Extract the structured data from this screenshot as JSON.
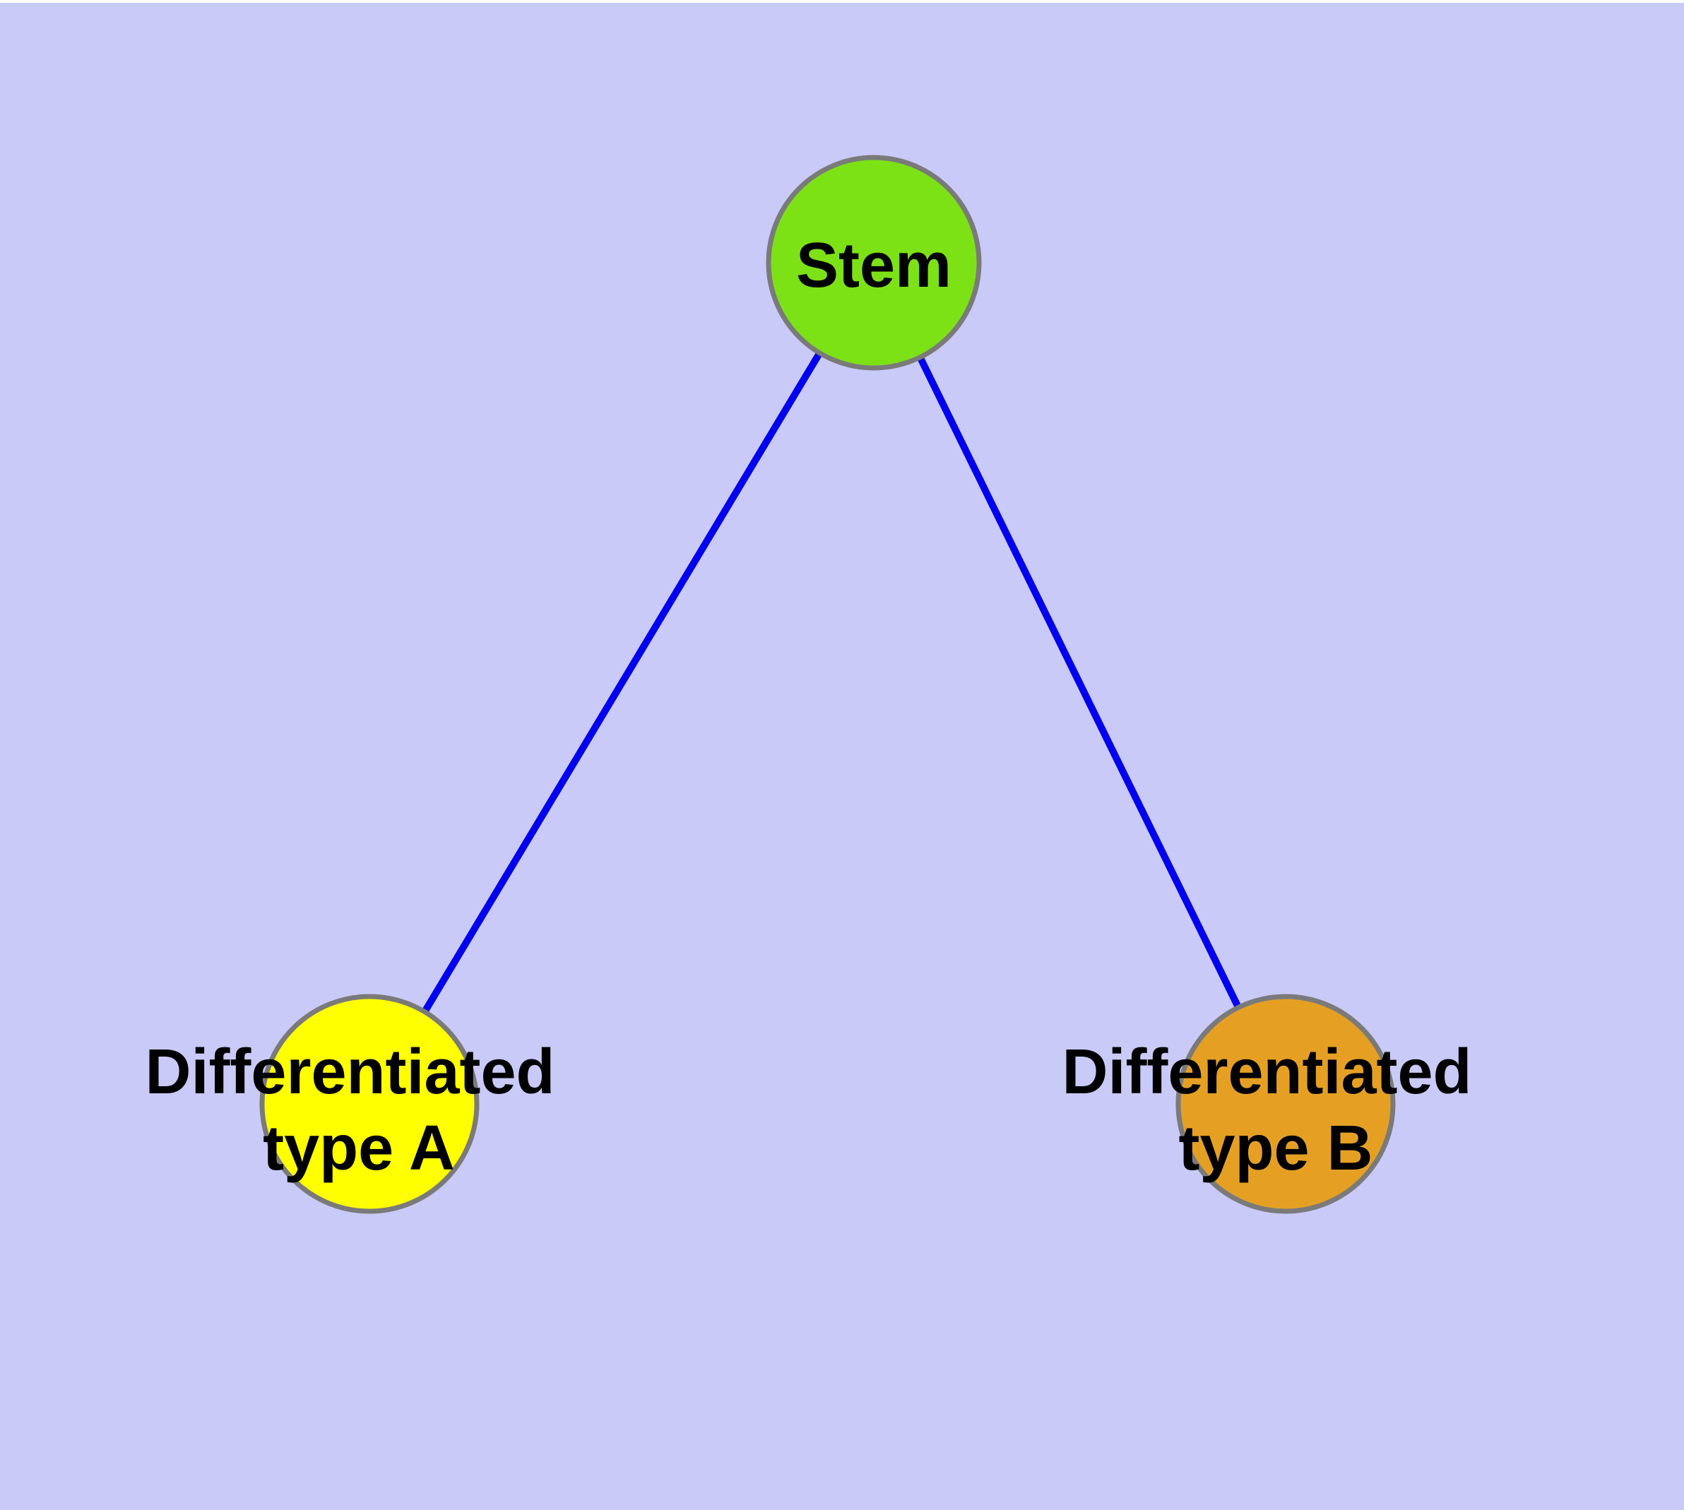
{
  "diagram": {
    "type": "graph",
    "description": "Stem cell differentiation tree with one root node and two differentiated child nodes",
    "colors": {
      "background": "#CACAF8",
      "top_margin": "#FFFFFF",
      "edge": "#0000EE",
      "node_border": "#7A7A7A",
      "text": "#000000"
    },
    "nodes": {
      "stem": {
        "label": "Stem",
        "color": "#7CE216"
      },
      "type_a": {
        "label": "Differentiated type A",
        "label_line1": "Differentiated",
        "label_line2": "type A",
        "color": "#FFFF00"
      },
      "type_b": {
        "label": "Differentiated type B",
        "label_line1": "Differentiated",
        "label_line2": "type B",
        "color": "#E5A024"
      }
    },
    "edges": [
      {
        "from": "Stem",
        "to": "Differentiated type A"
      },
      {
        "from": "Stem",
        "to": "Differentiated type B"
      }
    ]
  }
}
